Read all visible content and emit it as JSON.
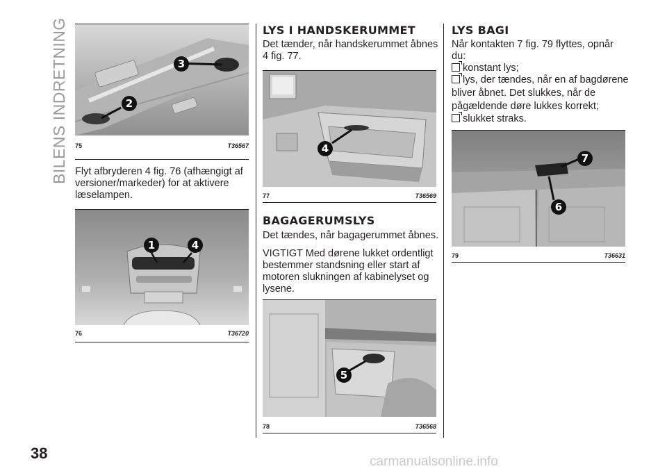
{
  "section_title": "BILENS INDRETNING",
  "page_number": "38",
  "watermark": "carmanualsonline.info",
  "figures": {
    "f75": {
      "num": "75",
      "code": "T36567",
      "callouts": [
        "3",
        "2"
      ]
    },
    "f76": {
      "num": "76",
      "code": "T36720",
      "callouts": [
        "1",
        "4"
      ]
    },
    "f77": {
      "num": "77",
      "code": "T36569",
      "callouts": [
        "4"
      ]
    },
    "f78": {
      "num": "78",
      "code": "T36568",
      "callouts": [
        "5"
      ]
    },
    "f79": {
      "num": "79",
      "code": "T36631",
      "callouts": [
        "7",
        "6"
      ]
    }
  },
  "col1": {
    "text_lines": [
      "Flyt afbryderen 4 fig. 76 (afhængigt af",
      "versioner/markeder) for at aktivere",
      "læselampen."
    ]
  },
  "col2": {
    "heading1": "LYS I HANDSKERUMMET",
    "text1_lines": [
      "Det tænder, når handskerummet åbnes",
      "4 fig. 77."
    ],
    "heading2": "BAGAGERUMSLYS",
    "text2": "Det tændes, når bagagerummet åbnes.",
    "text3_lines": [
      "VIGTIGT Med dørene lukket ordentligt",
      "bestemmer standsning eller start af",
      "motoren slukningen af kabinelyset og",
      "lysene."
    ]
  },
  "col3": {
    "heading": "LYS BAGI",
    "intro_lines": [
      "Når kontakten 7 fig. 79 flyttes, opnår",
      "du:"
    ],
    "items": [
      {
        "lines": [
          "konstant lys;"
        ]
      },
      {
        "lines": [
          "lys, der tændes, når en af bagdørene",
          "bliver åbnet. Det slukkes, når de",
          "pågældende døre lukkes korrekt;"
        ]
      },
      {
        "lines": [
          "slukket straks."
        ]
      }
    ]
  }
}
